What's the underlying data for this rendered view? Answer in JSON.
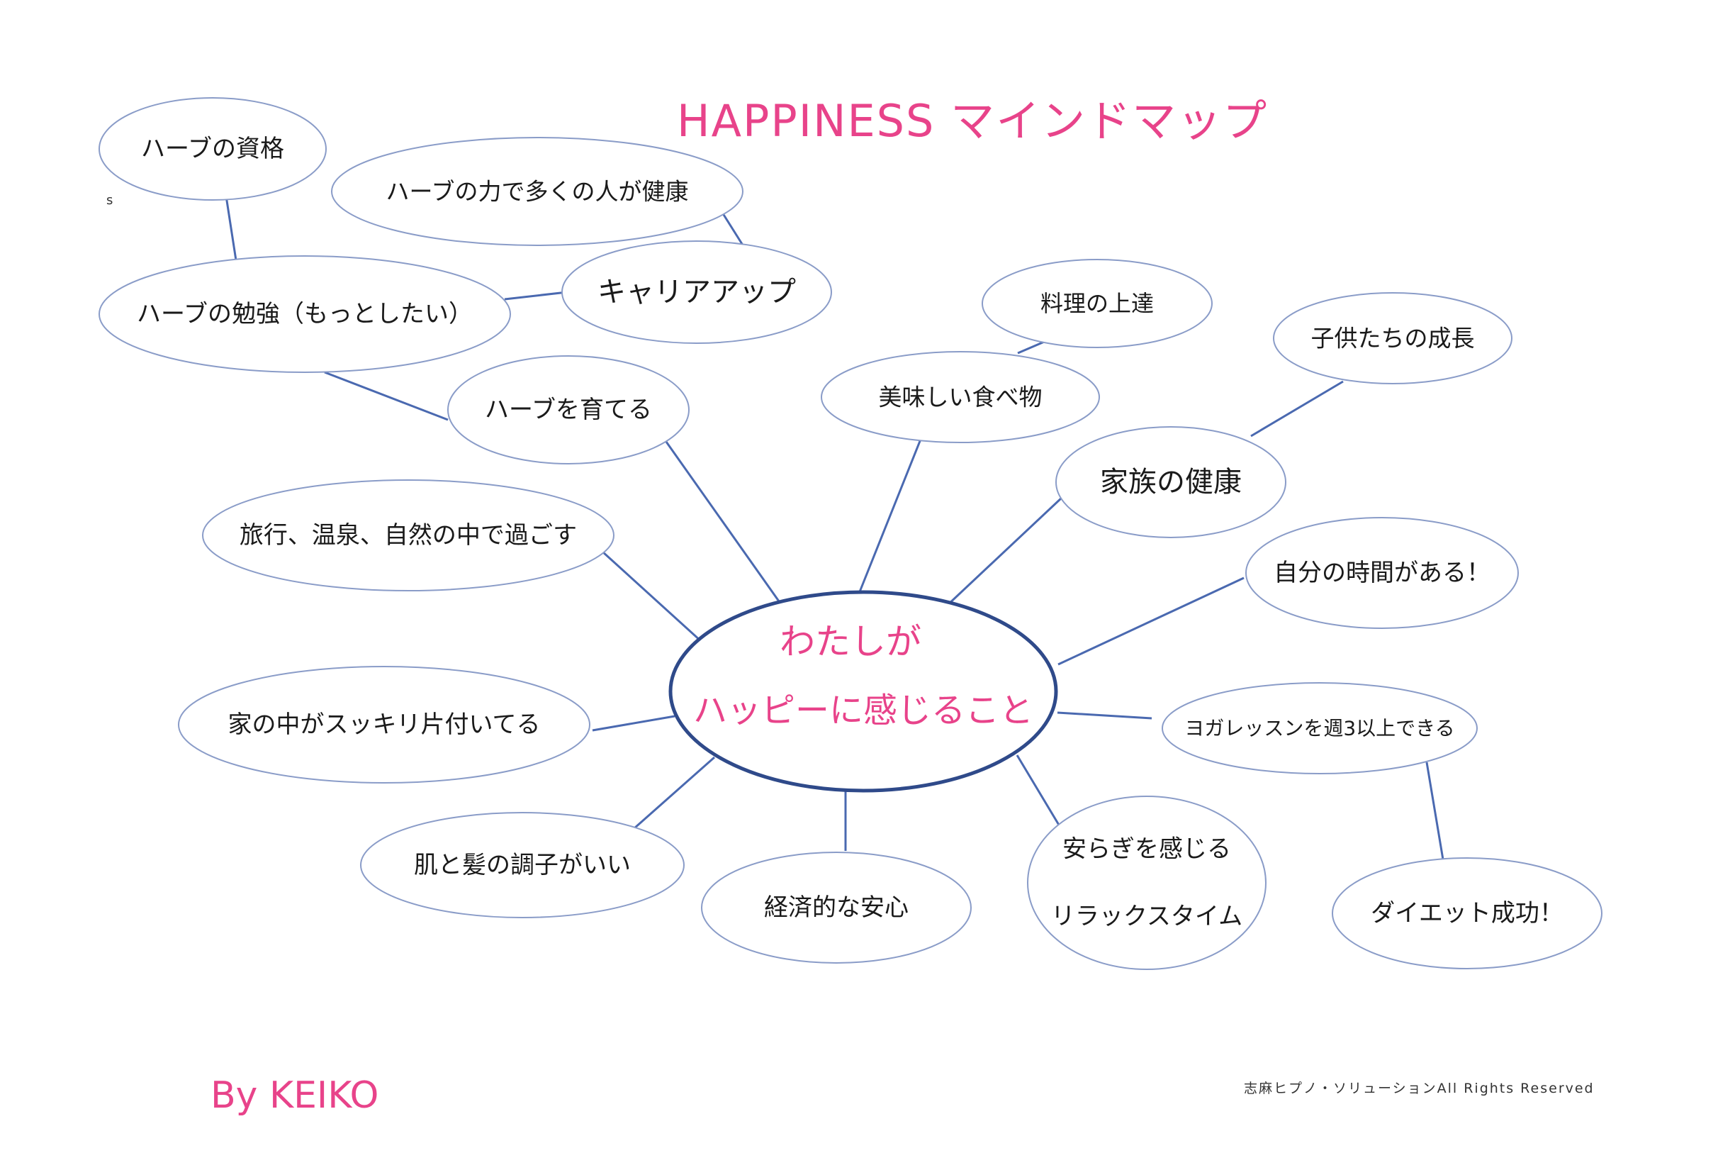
{
  "title": "HAPPINESS マインドマップ",
  "author": "By KEIKO",
  "copyright": "志麻ヒプノ・ソリューションAll Rights Reserved",
  "stray_mark": "s",
  "colors": {
    "accent": "#e8438a",
    "line": "#4a69b0",
    "ellipse": "#8a9cc8",
    "center_border": "#2f4a8a"
  },
  "center": {
    "lines": [
      "わたしが",
      "ハッピーに感じること"
    ]
  },
  "nodes": [
    {
      "id": "herb-license",
      "label": "ハーブの資格"
    },
    {
      "id": "herb-health",
      "label": "ハーブの力で多くの人が健康"
    },
    {
      "id": "career-up",
      "label": "キャリアアップ"
    },
    {
      "id": "herb-study",
      "label": "ハーブの勉強（もっとしたい）"
    },
    {
      "id": "grow-herbs",
      "label": "ハーブを育てる"
    },
    {
      "id": "cooking",
      "label": "料理の上達"
    },
    {
      "id": "delicious-food",
      "label": "美味しい食べ物"
    },
    {
      "id": "children-growth",
      "label": "子供たちの成長"
    },
    {
      "id": "family-health",
      "label": "家族の健康"
    },
    {
      "id": "travel",
      "label": "旅行、温泉、自然の中で過ごす"
    },
    {
      "id": "my-time",
      "label": "自分の時間がある！"
    },
    {
      "id": "tidy-home",
      "label": "家の中がスッキリ片付いてる"
    },
    {
      "id": "yoga",
      "label": "ヨガレッスンを週3以上できる"
    },
    {
      "id": "skin-hair",
      "label": "肌と髪の調子がいい"
    },
    {
      "id": "finance",
      "label": "経済的な安心"
    },
    {
      "id": "relax",
      "label": "安らぎを感じる|リラックスタイム"
    },
    {
      "id": "diet",
      "label": "ダイエット成功！"
    }
  ]
}
